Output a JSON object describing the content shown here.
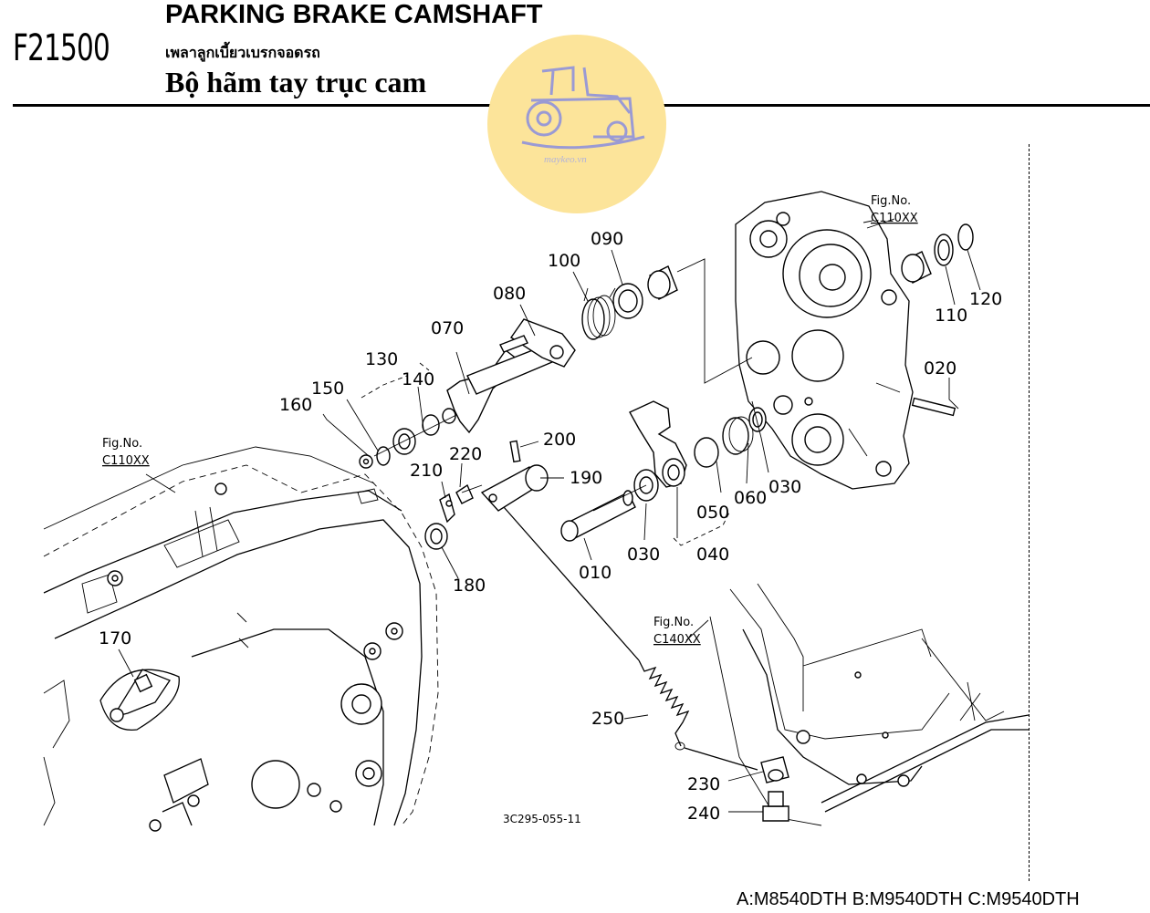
{
  "header": {
    "code": "F21500",
    "title_en": "PARKING BRAKE CAMSHAFT",
    "title_th": "เพลาลูกเบี้ยวเบรกจอดรถ",
    "title_vi": "Bộ hãm tay trục cam"
  },
  "watermark": {
    "text": "maykeo.vn",
    "color": "#fce49a",
    "icon": "tractor-icon"
  },
  "parts": {
    "p010": "010",
    "p020": "020",
    "p030a": "030",
    "p030b": "030",
    "p040": "040",
    "p050": "050",
    "p060": "060",
    "p070": "070",
    "p080": "080",
    "p090": "090",
    "p100": "100",
    "p110": "110",
    "p120": "120",
    "p130": "130",
    "p140": "140",
    "p150": "150",
    "p160": "160",
    "p170": "170",
    "p180": "180",
    "p190": "190",
    "p200": "200",
    "p210": "210",
    "p220": "220",
    "p230": "230",
    "p240": "240",
    "p250": "250"
  },
  "fig_refs": {
    "top_right": {
      "label": "Fig.No.",
      "ref": "C110XX"
    },
    "left": {
      "label": "Fig.No.",
      "ref": "C110XX"
    },
    "bottom": {
      "label": "Fig.No.",
      "ref": "C140XX"
    }
  },
  "doc_number": "3C295-055-11",
  "models": "A:M8540DTH B:M9540DTH C:M9540DTH"
}
